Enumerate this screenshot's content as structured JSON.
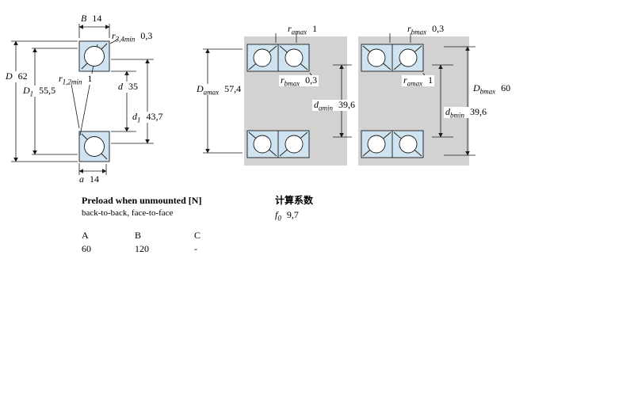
{
  "drawings": {
    "left_section": {
      "dims": {
        "B": {
          "main": "B",
          "sub": "",
          "value": "14"
        },
        "r34": {
          "main": "r",
          "sub": "3,4min",
          "value": "0,3"
        },
        "D": {
          "main": "D",
          "sub": "",
          "value": "62"
        },
        "D1": {
          "main": "D",
          "sub": "1",
          "value": "55,5"
        },
        "r12": {
          "main": "r",
          "sub": "1,2min",
          "value": "1"
        },
        "d": {
          "main": "d",
          "sub": "",
          "value": "35"
        },
        "d1": {
          "main": "d",
          "sub": "1",
          "value": "43,7"
        },
        "a": {
          "main": "a",
          "sub": "",
          "value": "14"
        }
      }
    },
    "back_to_back": {
      "dims": {
        "ra": {
          "main": "r",
          "sub": "amax",
          "value": "1"
        },
        "Da": {
          "main": "D",
          "sub": "amax",
          "value": "57,4"
        },
        "rb": {
          "main": "r",
          "sub": "bmax",
          "value": "0,3"
        },
        "da": {
          "main": "d",
          "sub": "amin",
          "value": "39,6"
        }
      }
    },
    "face_to_face": {
      "dims": {
        "rb": {
          "main": "r",
          "sub": "bmax",
          "value": "0,3"
        },
        "ra": {
          "main": "r",
          "sub": "amax",
          "value": "1"
        },
        "Db": {
          "main": "D",
          "sub": "bmax",
          "value": "60"
        },
        "db": {
          "main": "d",
          "sub": "bmin",
          "value": "39,6"
        }
      }
    }
  },
  "preload": {
    "title": "Preload when unmounted [N]",
    "subtitle": "back-to-back, face-to-face",
    "columns": [
      "A",
      "B",
      "C"
    ],
    "values": [
      "60",
      "120",
      "-"
    ]
  },
  "calculation": {
    "title": "计算系数",
    "f0": {
      "main": "f",
      "sub": "0",
      "value": "9,7"
    }
  },
  "colors": {
    "ring_fill": "#cfe3f0",
    "steel_grey": "#d2d2d2",
    "line": "#1a1a1a"
  }
}
